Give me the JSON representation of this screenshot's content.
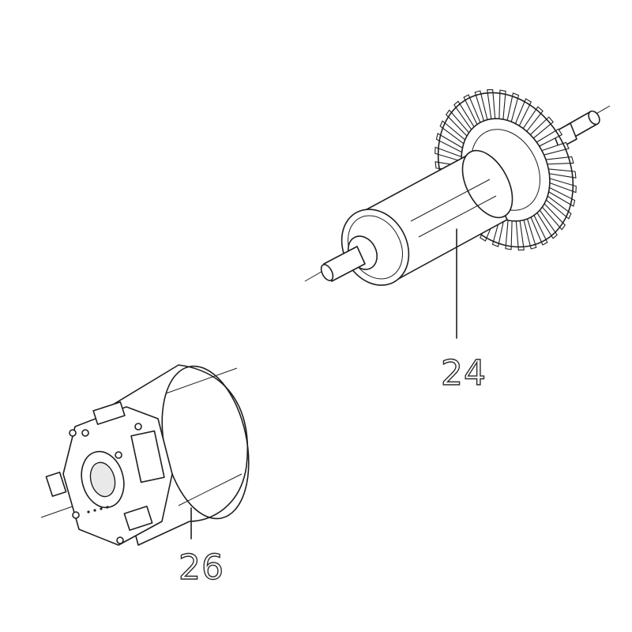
{
  "parts": [
    {
      "id": "armature",
      "number": "24"
    },
    {
      "id": "stator",
      "number": "26"
    }
  ],
  "colors": {
    "line": "#1e1e1e",
    "background": "#ffffff"
  }
}
